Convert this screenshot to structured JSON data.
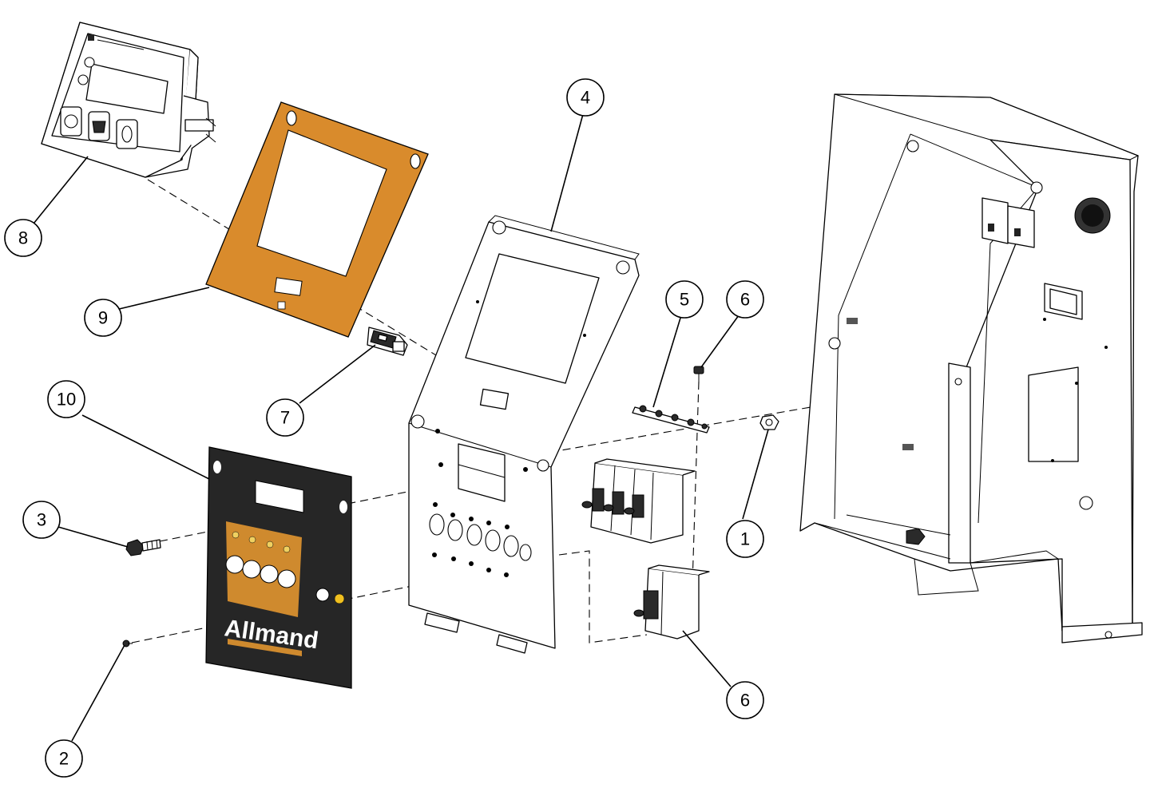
{
  "diagram": {
    "callouts": [
      "1",
      "2",
      "3",
      "4",
      "5",
      "6",
      "6",
      "7",
      "8",
      "9",
      "10"
    ],
    "brand_logo_text": "Allmand",
    "colors": {
      "gasket_orange": "#d98b2c",
      "faceplate_black": "#262626",
      "faceplate_orange": "#cf8a2e",
      "line": "#000000"
    },
    "parts": [
      "controller-module",
      "controller-gasket",
      "rocker-switch",
      "control-panel-plate",
      "terminal-strip",
      "screw",
      "circuit-breaker-triple",
      "circuit-breaker-single",
      "nut",
      "bolt",
      "faceplate-decal",
      "enclosure-housing"
    ]
  }
}
